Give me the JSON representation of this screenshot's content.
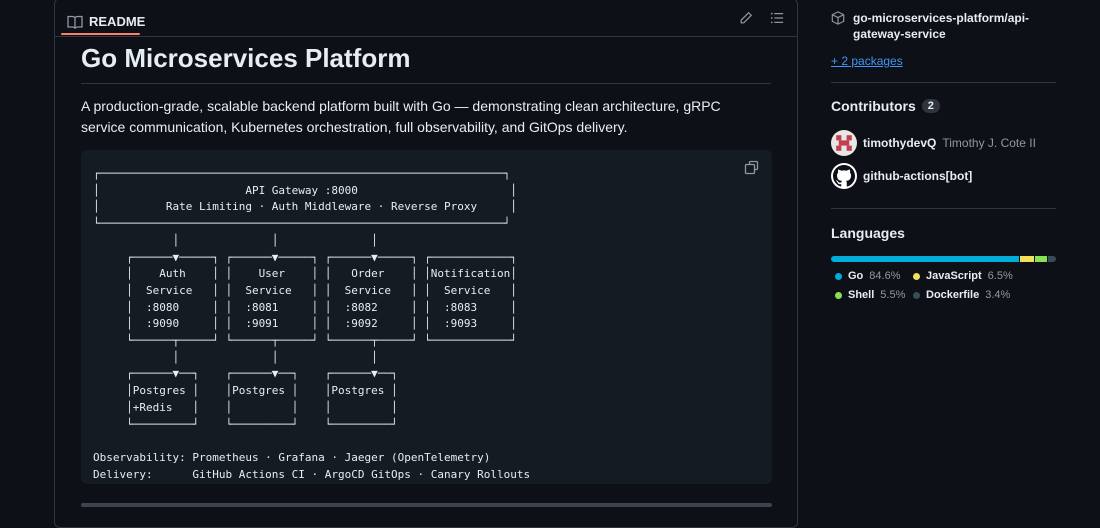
{
  "readme": {
    "tab_label": "README",
    "title": "Go Microservices Platform",
    "description": "A production-grade, scalable backend platform built with Go — demonstrating clean architecture, gRPC service communication, Kubernetes orchestration, full observability, and GitOps delivery.",
    "code": "┌─────────────────────────────────────────────────────────────┐\n│                      API Gateway :8000                       │\n│          Rate Limiting · Auth Middleware · Reverse Proxy     │\n└─────────────────────────────────────────────────────────────┘\n            │              │              │              \n     ┌──────▼─────┐ ┌──────▼─────┐ ┌──────▼─────┐ ┌────────────┐\n     │    Auth    │ │    User    │ │   Order    │ │Notification│\n     │  Service   │ │  Service   │ │  Service   │ │  Service   │\n     │  :8080     │ │  :8081     │ │  :8082     │ │  :8083     │\n     │  :9090     │ │  :9091     │ │  :9092     │ │  :9093     │\n     └──────┬─────┘ └──────┬─────┘ └──────┬─────┘ └────────────┘\n            │              │              │\n     ┌──────▼──┐    ┌──────▼──┐    ┌──────▼──┐\n     │Postgres │    │Postgres │    │Postgres │\n     │+Redis   │    │         │    │         │\n     └─────────┘    └─────────┘    └─────────┘\n\nObservability: Prometheus · Grafana · Jaeger (OpenTelemetry)\nDelivery:      GitHub Actions CI · ArgoCD GitOps · Canary Rollouts"
  },
  "sidebar": {
    "package": "go-microservices-platform/api-gateway-service",
    "more_packages": "+ 2 packages",
    "contributors_heading": "Contributors",
    "contributors_count": "2",
    "contributors": [
      {
        "login": "timothydevQ",
        "name": "Timothy J. Cote II"
      },
      {
        "login": "github-actions[bot]",
        "name": ""
      }
    ],
    "languages_heading": "Languages",
    "languages": [
      {
        "name": "Go",
        "percent": "84.6%",
        "value": 84.6,
        "color": "#00add8"
      },
      {
        "name": "JavaScript",
        "percent": "6.5%",
        "value": 6.5,
        "color": "#f1e05a"
      },
      {
        "name": "Shell",
        "percent": "5.5%",
        "value": 5.5,
        "color": "#89e051"
      },
      {
        "name": "Dockerfile",
        "percent": "3.4%",
        "value": 3.4,
        "color": "#384d54"
      }
    ]
  },
  "icons": {
    "readme": "book-icon",
    "edit": "pencil-icon",
    "outline": "list-icon",
    "copy": "copy-icon",
    "package": "package-icon"
  }
}
